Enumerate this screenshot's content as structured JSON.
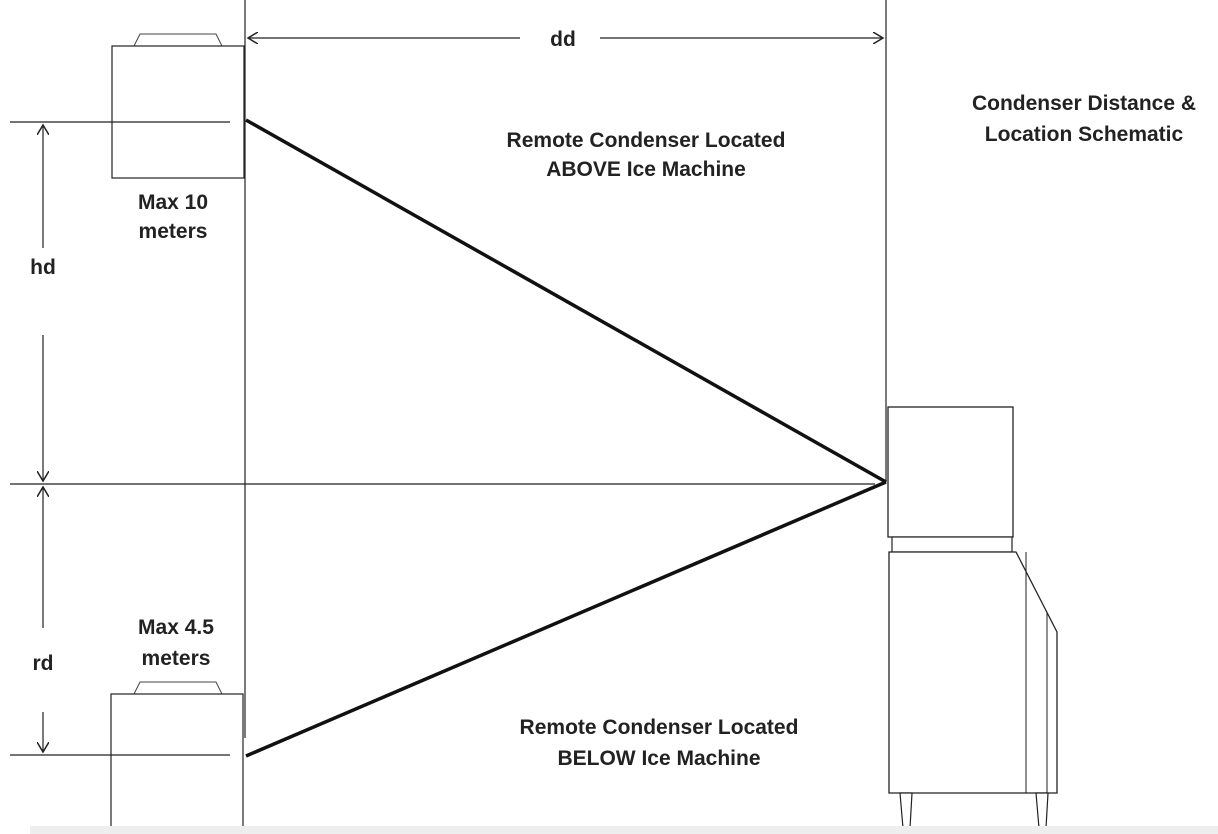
{
  "labels": {
    "dd": "dd",
    "hd": "hd",
    "rd": "rd",
    "title_line1": "Condenser Distance &",
    "title_line2": "Location Schematic",
    "above_line1": "Remote Condenser Located",
    "above_line2": "ABOVE Ice Machine",
    "below_line1": "Remote Condenser Located",
    "below_line2": "BELOW Ice Machine",
    "max_upper_line1": "Max 10",
    "max_upper_line2": "meters",
    "max_lower_line1": "Max 4.5",
    "max_lower_line2": "meters"
  },
  "colors": {
    "line": "#222222",
    "text": "#222222"
  }
}
